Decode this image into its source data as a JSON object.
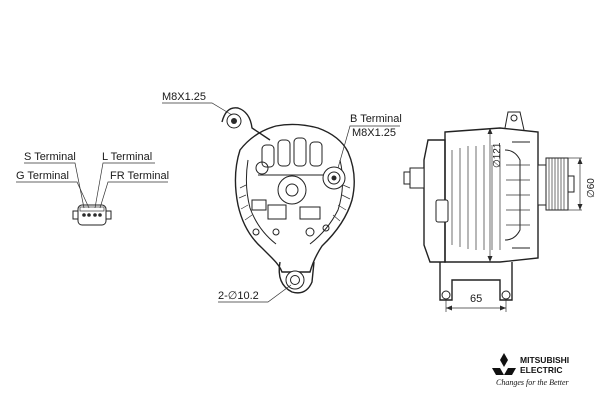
{
  "labels": {
    "bolt_top": "M8X1.25",
    "b_terminal": "B Terminal",
    "b_terminal_thread": "M8X1.25",
    "s_terminal": "S Terminal",
    "l_terminal": "L Terminal",
    "g_terminal": "G Terminal",
    "fr_terminal": "FR Terminal",
    "mount_holes": "2-∅10.2",
    "dim_121": "∅121",
    "dim_60": "∅60",
    "dim_65": "65"
  },
  "brand": {
    "name_line1": "MITSUBISHI",
    "name_line2": "ELECTRIC",
    "tagline": "Changes for the Better",
    "logo_color": "#111111"
  }
}
